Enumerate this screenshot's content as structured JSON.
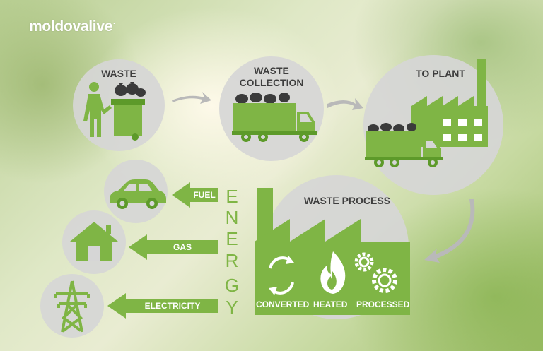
{
  "brand": {
    "logo_text": "moldovalive",
    "logo_mark": "."
  },
  "steps": {
    "waste": "WASTE",
    "collection_line1": "WASTE",
    "collection_line2": "COLLECTION",
    "to_plant": "TO PLANT",
    "process": "WASTE PROCESS"
  },
  "plant_labels": [
    "CONVERTED",
    "HEATED",
    "PROCESSED"
  ],
  "energy_word": [
    "E",
    "N",
    "E",
    "R",
    "G",
    "Y"
  ],
  "outputs": [
    {
      "label": "FUEL",
      "icon": "car-icon"
    },
    {
      "label": "GAS",
      "icon": "house-icon"
    },
    {
      "label": "ELECTRICITY",
      "icon": "power-tower-icon"
    }
  ],
  "colors": {
    "green": "#7fb545",
    "dark_green": "#5d9a2a",
    "circle": "#d6d6d6",
    "arrow_grey": "#b9b9b9",
    "title_text": "#3e3e3e"
  }
}
